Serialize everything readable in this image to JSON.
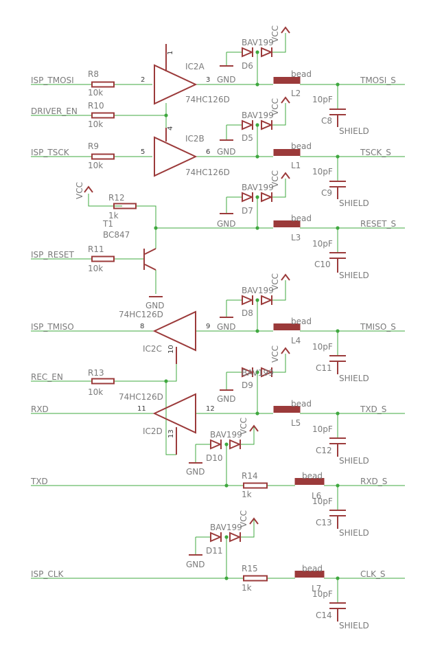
{
  "nets": {
    "isp_tmosi": "ISP_TMOSI",
    "driver_en": "DRIVER_EN",
    "isp_tsck": "ISP_TSCK",
    "isp_reset": "ISP_RESET",
    "isp_tmiso": "ISP_TMISO",
    "rec_en": "REC_EN",
    "rxd": "RXD",
    "txd": "TXD",
    "isp_clk": "ISP_CLK",
    "tmosi_s": "TMOSI_S",
    "tsck_s": "TSCK_S",
    "reset_s": "RESET_S",
    "tmiso_s": "TMISO_S",
    "txd_s": "TXD_S",
    "rxd_s": "RXD_S",
    "clk_s": "CLK_S"
  },
  "power": {
    "vcc": "VCC",
    "gnd": "GND",
    "shield": "SHIELD"
  },
  "resistors": [
    {
      "ref": "R8",
      "value": "10k"
    },
    {
      "ref": "R10",
      "value": "10k"
    },
    {
      "ref": "R9",
      "value": "10k"
    },
    {
      "ref": "R12",
      "value": "1k"
    },
    {
      "ref": "R11",
      "value": "10k"
    },
    {
      "ref": "R13",
      "value": "10k"
    },
    {
      "ref": "R14",
      "value": "1k"
    },
    {
      "ref": "R15",
      "value": "1k"
    }
  ],
  "buffers": [
    {
      "ref": "IC2A",
      "part": "74HC126D",
      "in_pin": "2",
      "out_pin": "3",
      "en_pin": "1"
    },
    {
      "ref": "IC2B",
      "part": "74HC126D",
      "in_pin": "5",
      "out_pin": "6",
      "en_pin": "4"
    },
    {
      "ref": "IC2C",
      "part": "74HC126D",
      "in_pin": "8",
      "out_pin": "9",
      "en_pin": "10"
    },
    {
      "ref": "IC2D",
      "part": "74HC126D",
      "in_pin": "11",
      "out_pin": "12",
      "en_pin": "13"
    }
  ],
  "transistor": {
    "ref": "T1",
    "part": "BC847"
  },
  "diodes": [
    {
      "ref": "D6",
      "part": "BAV199"
    },
    {
      "ref": "D5",
      "part": "BAV199"
    },
    {
      "ref": "D7",
      "part": "BAV199"
    },
    {
      "ref": "D8",
      "part": "BAV199"
    },
    {
      "ref": "D9",
      "part": "BAV199"
    },
    {
      "ref": "D10",
      "part": "BAV199"
    },
    {
      "ref": "D11",
      "part": "BAV199"
    }
  ],
  "beads": [
    {
      "ref": "L2",
      "part": "bead"
    },
    {
      "ref": "L1",
      "part": "bead"
    },
    {
      "ref": "L3",
      "part": "bead"
    },
    {
      "ref": "L4",
      "part": "bead"
    },
    {
      "ref": "L5",
      "part": "bead"
    },
    {
      "ref": "L6",
      "part": "bead"
    },
    {
      "ref": "L7",
      "part": "bead"
    }
  ],
  "capacitors": [
    {
      "ref": "C8",
      "value": "10pF"
    },
    {
      "ref": "C9",
      "value": "10pF"
    },
    {
      "ref": "C10",
      "value": "10pF"
    },
    {
      "ref": "C11",
      "value": "10pF"
    },
    {
      "ref": "C12",
      "value": "10pF"
    },
    {
      "ref": "C13",
      "value": "10pF"
    },
    {
      "ref": "C14",
      "value": "10pF"
    }
  ],
  "colors": {
    "wire": "#3fa83f",
    "part": "#9b3a3a",
    "label": "#7a7a7a",
    "pin": "#3a3a3a",
    "background": "#ffffff"
  }
}
